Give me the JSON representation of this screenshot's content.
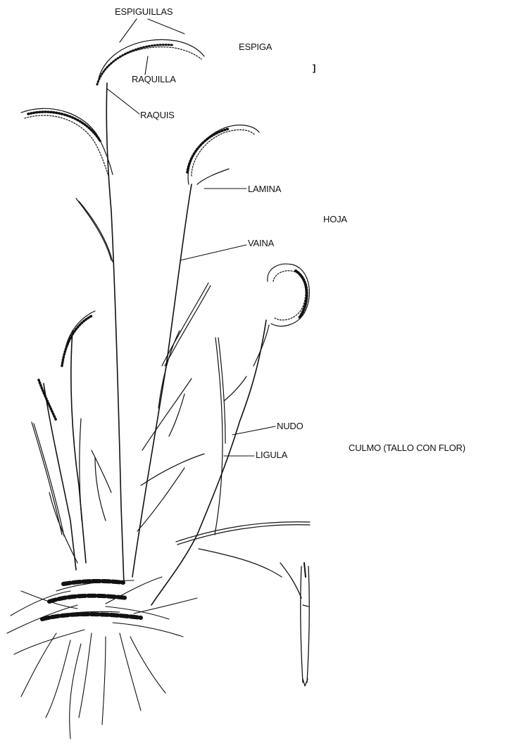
{
  "labels": {
    "espiguillas": "ESPIGUILLAS",
    "espiga": "ESPIGA",
    "bracket": "]",
    "raquilla": "RAQUILLA",
    "raquis": "RAQUIS",
    "lamina": "LAMINA",
    "hoja": "HOJA",
    "vaina": "VAINA",
    "nudo": "NUDO",
    "ligula": "LIGULA",
    "culmo": "CULMO (TALLO CON FLOR)"
  },
  "colors": {
    "ink": "#111111",
    "background": "#ffffff"
  }
}
